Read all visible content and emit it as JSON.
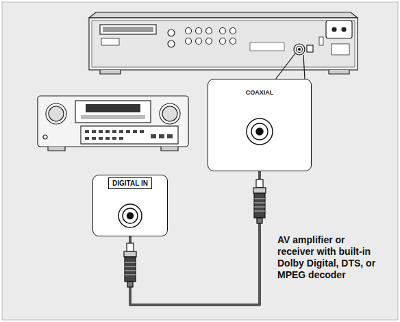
{
  "diagram": {
    "nodes": [
      {
        "text": [
          "COAXIAL"
        ]
      },
      {
        "text": [
          "DIGITAL IN"
        ]
      }
    ],
    "edges": [
      {
        "from": 0,
        "to": 1,
        "arrow": "none"
      }
    ],
    "labels": [
      "AV amplifier or receiver with built-in Dolby Digital, DTS, or MPEG decoder"
    ]
  }
}
